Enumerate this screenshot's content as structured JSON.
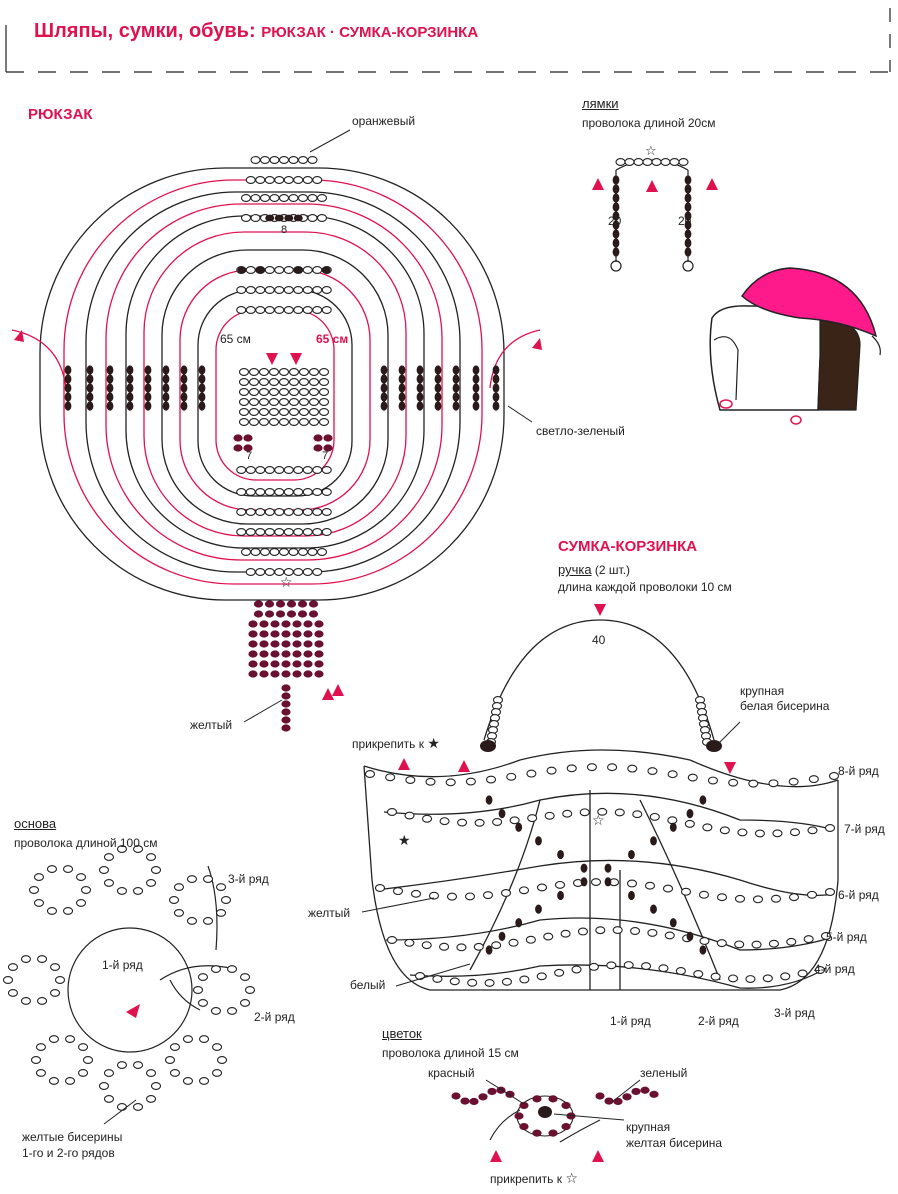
{
  "header": {
    "title": "Шляпы, сумки, обувь:",
    "subtitle": "РЮКЗАК · СУМКА-КОРЗИНКА"
  },
  "backpack": {
    "title": "РЮКЗАК",
    "label_orange": "оранжевый",
    "label_light_green": "светло-зеленый",
    "label_yellow": "желтый",
    "num_8": "8",
    "num_65_left": "65 см",
    "num_65_right": "65 см",
    "num_7_left": "7",
    "num_7_right": "7"
  },
  "straps": {
    "title": "лямки",
    "wire": "проволока длиной 20см",
    "num_left": "20",
    "num_right": "20"
  },
  "basket": {
    "title": "СУМКА-КОРЗИНКА",
    "handle_title": "ручка",
    "handle_count": "(2 шт.)",
    "handle_wire": "длина каждой проволоки 10 см",
    "num_40": "40",
    "large_white_bead": "крупная\nбелая бисерина",
    "attach_to": "прикрепить к",
    "yellow": "желтый",
    "white": "белый",
    "rows": [
      "8-й ряд",
      "7-й ряд",
      "6-й ряд",
      "5-й ряд",
      "4-й ряд",
      "3-й ряд",
      "2-й ряд",
      "1-й ряд"
    ]
  },
  "base": {
    "title": "основа",
    "wire": "проволока длиной 100 см",
    "row1": "1-й ряд",
    "row2": "2-й ряд",
    "row3": "3-й ряд",
    "yellow_beads": "желтые бисерины",
    "rows_1_2": "1-го и 2-го рядов"
  },
  "flower": {
    "title": "цветок",
    "wire": "проволока длиной 15 см",
    "red": "красный",
    "green": "зеленый",
    "large_yellow_1": "крупная",
    "large_yellow_2": "желтая бисерина",
    "attach_to": "прикрепить к"
  },
  "colors": {
    "accent": "#e0114f",
    "dark_bead": "#2a1a1a",
    "maroon_bead": "#6a1030",
    "bag_top": "#ff1a8c",
    "bag_body": "#3a2418"
  },
  "icons": {
    "star_outline": "☆",
    "star_filled": "★"
  }
}
